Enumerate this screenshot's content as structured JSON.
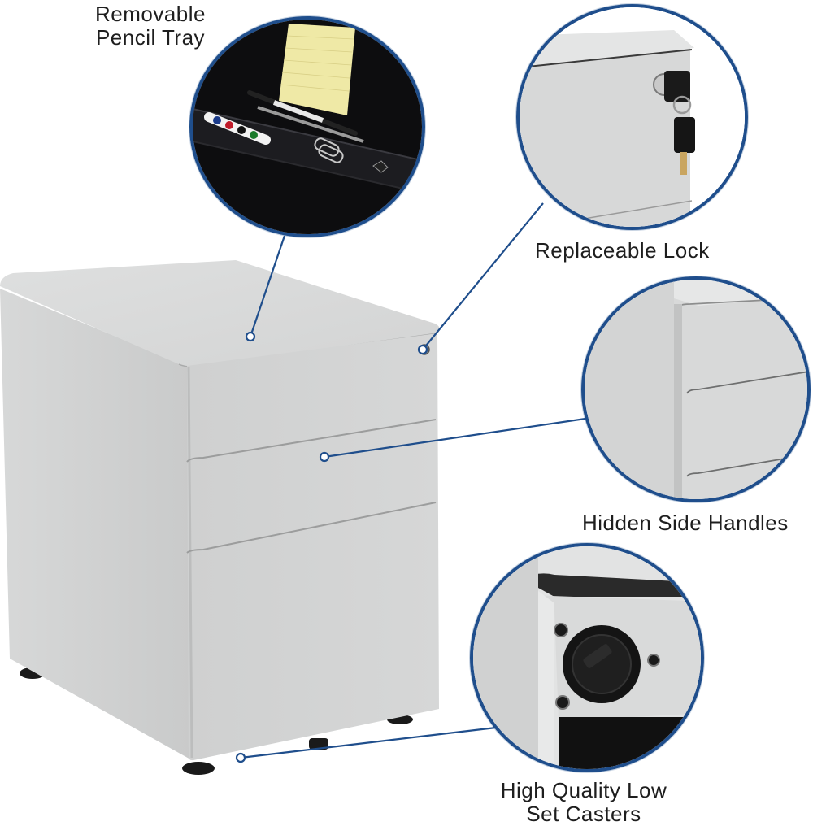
{
  "product": {
    "name": "White 3-drawer mobile file cabinet",
    "color": "#d3d4d4"
  },
  "accent_color": "#1f4e8c",
  "callouts": [
    {
      "id": "pencil-tray",
      "label_line1": "Removable",
      "label_line2": "Pencil Tray",
      "detail_image": "black pencil tray with yellow legal pad, markers, pens, paper clips, binder clips"
    },
    {
      "id": "lock",
      "label_line1": "Replaceable Lock",
      "detail_image": "lock cylinder with black keys on ring"
    },
    {
      "id": "side-handles",
      "label_line1": "Hidden Side Handles",
      "detail_image": "drawer fronts with recessed side edges"
    },
    {
      "id": "casters",
      "label_line1": "High Quality Low",
      "label_line2": "Set Casters",
      "detail_image": "black caster mounted under cabinet base"
    }
  ]
}
